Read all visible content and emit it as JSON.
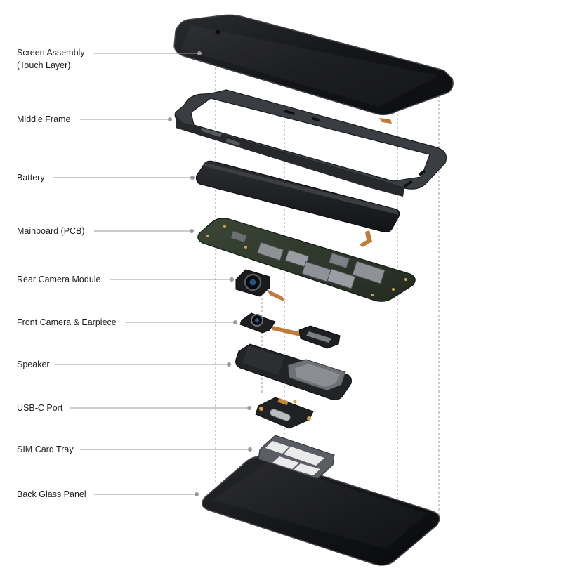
{
  "diagram": {
    "labels": [
      {
        "id": "screen",
        "lines": [
          "Screen Assembly",
          "(Touch Layer)"
        ]
      },
      {
        "id": "frame",
        "lines": [
          "Middle Frame"
        ]
      },
      {
        "id": "battery",
        "lines": [
          "Battery"
        ]
      },
      {
        "id": "pcb",
        "lines": [
          "Mainboard (PCB)"
        ]
      },
      {
        "id": "rear-camera",
        "lines": [
          "Rear Camera Module"
        ]
      },
      {
        "id": "front-camera",
        "lines": [
          "Front Camera & Earpiece"
        ]
      },
      {
        "id": "speaker",
        "lines": [
          "Speaker"
        ]
      },
      {
        "id": "usb",
        "lines": [
          "USB-C Port"
        ]
      },
      {
        "id": "sim",
        "lines": [
          "SIM Card Tray"
        ]
      },
      {
        "id": "back",
        "lines": [
          "Back Glass Panel"
        ]
      }
    ]
  },
  "colors": {
    "label_text": "#1e1e1e",
    "leader_line": "#9a9a9a",
    "dashed_guide": "#8c8c8c",
    "glass": "#1b1c1f",
    "frame_metal": "#3a3d42",
    "pcb_green": "#2f3a2c",
    "chip_silver": "#8e9196",
    "flex_copper": "#c07a3a"
  }
}
